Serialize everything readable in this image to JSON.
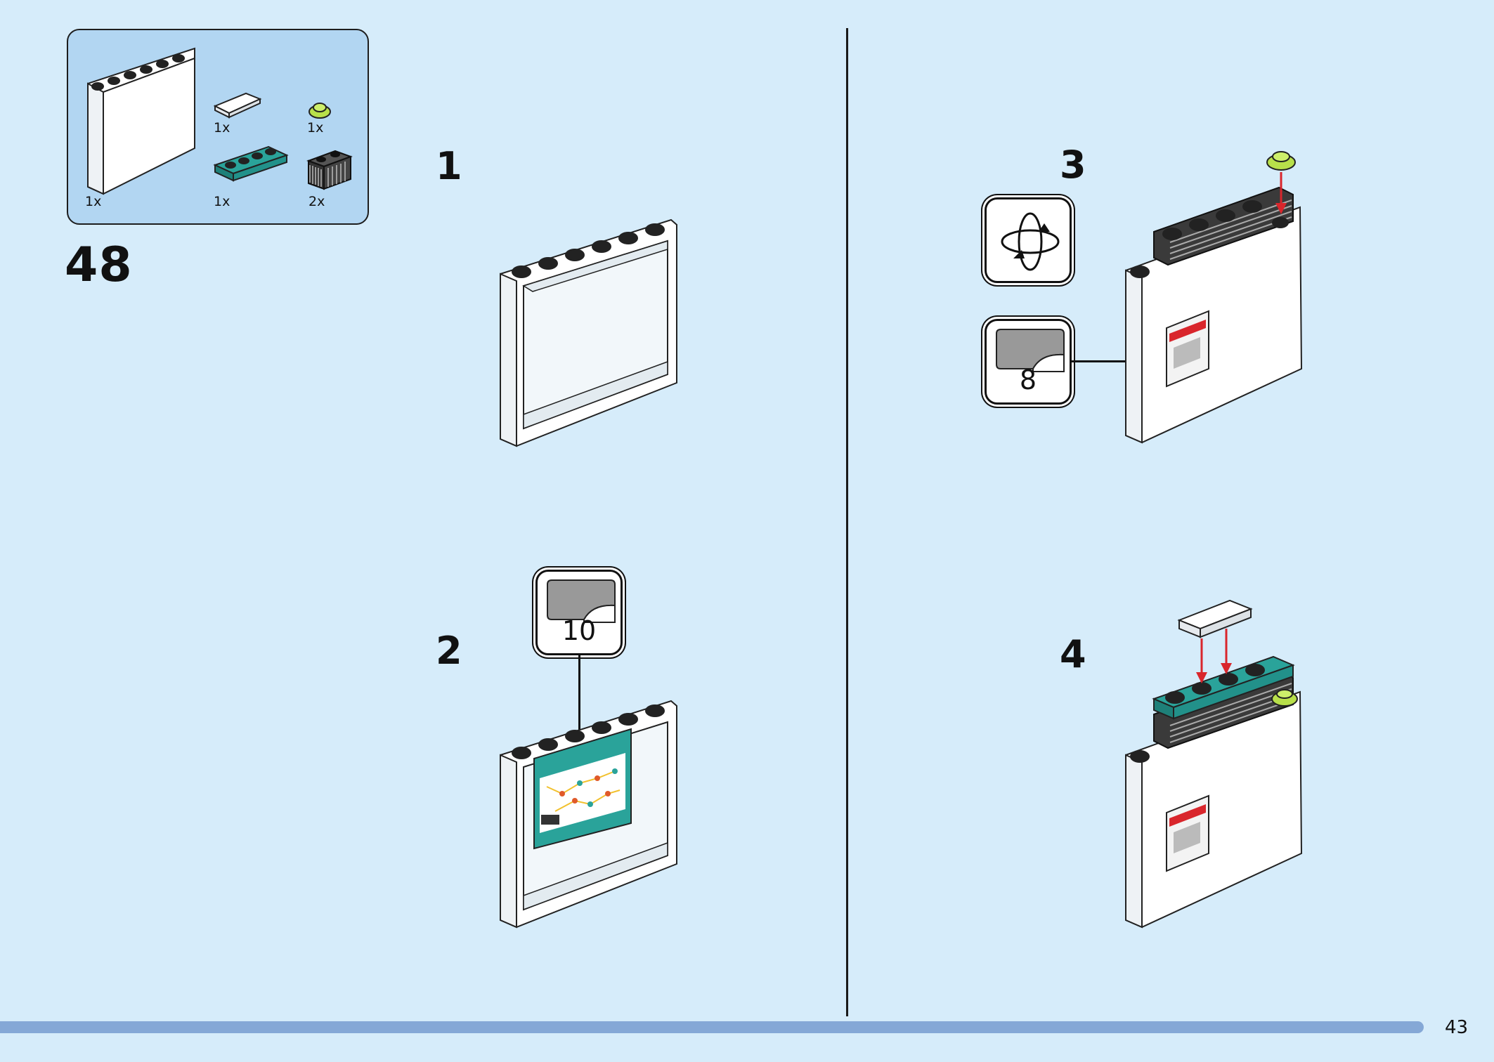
{
  "parts_list": {
    "items": [
      {
        "name": "white-panel-1x6x5",
        "qty": "1x"
      },
      {
        "name": "white-tile-1x2",
        "qty": "1x"
      },
      {
        "name": "lime-round-plate-1x1",
        "qty": "1x"
      },
      {
        "name": "teal-plate-1x4",
        "qty": "1x"
      },
      {
        "name": "black-grille-brick-1x2",
        "qty": "2x"
      }
    ]
  },
  "set_step": "48",
  "steps": [
    {
      "number": "1"
    },
    {
      "number": "2",
      "sticker": "10"
    },
    {
      "number": "3",
      "sticker": "8",
      "rotate_icon": "rotate-model-icon"
    },
    {
      "number": "4"
    }
  ],
  "page_number": "43",
  "colors": {
    "background": "#d6ecfa",
    "parts_box": "#b2d6f2",
    "teal": "#2aa39a",
    "lime": "#b8e04a",
    "arrow_red": "#d9262c",
    "progress_bar": "#85a8d6"
  }
}
